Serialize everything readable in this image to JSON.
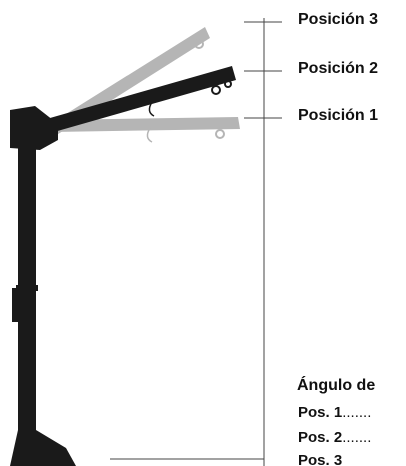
{
  "diagram": {
    "positions": [
      {
        "label": "Posición 3"
      },
      {
        "label": "Posición 2"
      },
      {
        "label": "Posición 1"
      }
    ],
    "angle_heading": "Ángulo de",
    "angle_rows": [
      {
        "label": "Pos. 1",
        "leader": "......."
      },
      {
        "label": "Pos. 2",
        "leader": "......."
      },
      {
        "label": "Pos. 3",
        "leader": ""
      }
    ],
    "colors": {
      "frame": "#1a1a1a",
      "arm_active": "#1a1a1a",
      "arm_ghost": "#b5b5b5",
      "rule": "#444444"
    }
  }
}
